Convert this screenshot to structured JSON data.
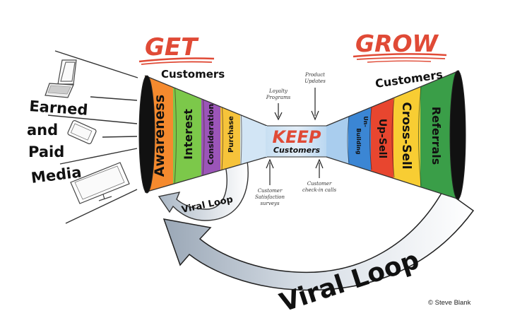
{
  "title": "Get, Keep, Grow Customers",
  "get": {
    "heading": "GET",
    "subheading": "Customers",
    "stages": [
      {
        "label": "Awareness",
        "color": "#f58a2e"
      },
      {
        "label": "Interest",
        "color": "#7cc84a"
      },
      {
        "label": "Consideration",
        "color": "#9b55b8"
      },
      {
        "label": "Purchase",
        "color": "#f6c33a"
      }
    ]
  },
  "media": {
    "label_lines": [
      "Earned",
      "and",
      "Paid",
      "Media"
    ],
    "devices": [
      "laptop-icon",
      "tablet-icon",
      "monitor-icon"
    ]
  },
  "keep": {
    "heading": "KEEP",
    "subheading": "Customers",
    "inputs_top": [
      {
        "lines": [
          "Loyalty",
          "Programs"
        ]
      },
      {
        "lines": [
          "Product",
          "Updates"
        ]
      }
    ],
    "inputs_bottom": [
      {
        "lines": [
          "Customer",
          "Satisfaction",
          "surveys"
        ]
      },
      {
        "lines": [
          "Customer",
          "check-in calls"
        ]
      }
    ]
  },
  "grow": {
    "heading": "GROW",
    "subheading": "Customers",
    "stages": [
      {
        "label_lines": [
          "Un-",
          "Building"
        ],
        "color": "#3b86d4"
      },
      {
        "label_lines": [
          "Up-Sell"
        ],
        "color": "#e8462f"
      },
      {
        "label_lines": [
          "Cross-Sell"
        ],
        "color": "#f8cd33"
      },
      {
        "label_lines": [
          "Referrals"
        ],
        "color": "#3a9e48"
      }
    ]
  },
  "loops": {
    "small": "Viral Loop",
    "large": "Viral Loop"
  },
  "colors": {
    "accent_red": "#e04a36",
    "neck_blue": "#cfe3f3",
    "loop_gray": "#b9c4d0",
    "ink": "#1a1a1a"
  },
  "credit": "© Steve Blank"
}
